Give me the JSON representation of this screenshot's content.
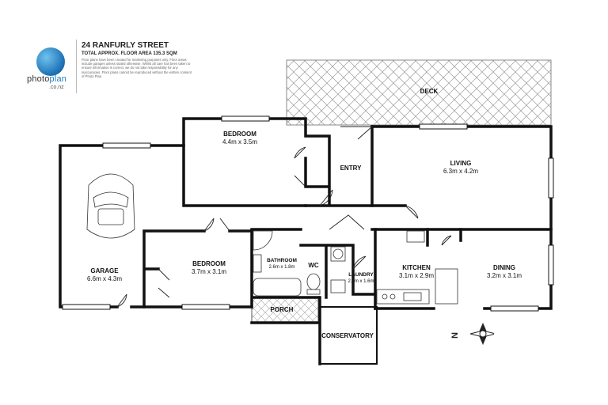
{
  "header": {
    "address": "24 RANFURLY STREET",
    "floor_area": "TOTAL APPROX. FLOOR AREA 135.3 SQM",
    "disclaimer": "Floor plans have been created for marketing purposes only. Floor areas include garages unless stated otherwise. Whilst all care has been taken to ensure information is correct, we do not take responsibility for any inaccuracies. Floor plans cannot be reproduced without the written consent of Photo Plan."
  },
  "logo": {
    "word_a": "photo",
    "word_b": "plan",
    "domain": ".co.nz"
  },
  "rooms": {
    "deck": {
      "name": "DECK"
    },
    "bedroom1": {
      "name": "BEDROOM",
      "dim": "4.4m x 3.5m"
    },
    "entry": {
      "name": "ENTRY"
    },
    "living": {
      "name": "LIVING",
      "dim": "6.3m x 4.2m"
    },
    "garage": {
      "name": "GARAGE",
      "dim": "6.6m x 4.3m"
    },
    "bedroom2": {
      "name": "BEDROOM",
      "dim": "3.7m x 3.1m"
    },
    "bathroom": {
      "name": "BATHROOM",
      "dim": "2.6m x 1.8m"
    },
    "wc": {
      "name": "WC"
    },
    "laundry": {
      "name": "LAUNDRY",
      "dim": "2.0m x 1.6m"
    },
    "kitchen": {
      "name": "KITCHEN",
      "dim": "3.1m x 2.9m"
    },
    "dining": {
      "name": "DINING",
      "dim": "3.2m x 3.1m"
    },
    "porch": {
      "name": "PORCH"
    },
    "conservatory": {
      "name": "CONSERVATORY"
    }
  },
  "compass": {
    "label": "N"
  }
}
